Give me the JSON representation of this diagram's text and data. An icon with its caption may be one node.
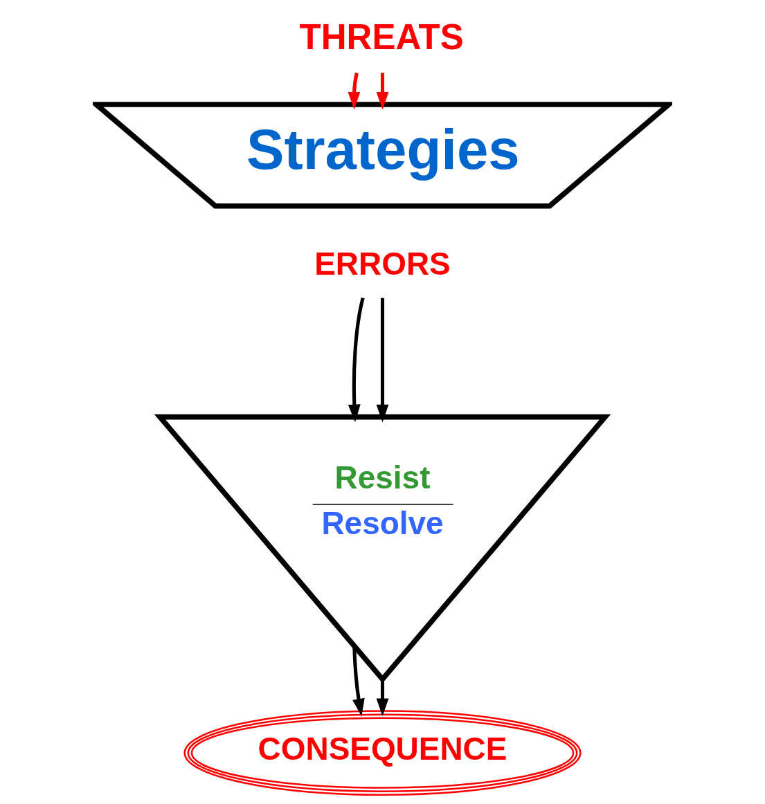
{
  "diagram": {
    "nodes": [
      {
        "text": [
          "THREATS"
        ]
      },
      {
        "text": [
          "Strategies"
        ]
      },
      {
        "text": [
          "ERRORS"
        ]
      },
      {
        "text": [
          "Resist",
          "Resolve"
        ]
      },
      {
        "text": [
          "CONSEQUENCE"
        ]
      }
    ],
    "edges": [
      {
        "from": 0,
        "to": 1,
        "arrow": "to",
        "color": "#ff0000"
      },
      {
        "from": 0,
        "to": 1,
        "arrow": "to",
        "color": "#ff0000"
      },
      {
        "from": 2,
        "to": 3,
        "arrow": "to"
      },
      {
        "from": 2,
        "to": 3,
        "arrow": "to"
      },
      {
        "from": 3,
        "to": 4,
        "arrow": "to"
      },
      {
        "from": 3,
        "to": 4,
        "arrow": "to"
      }
    ]
  }
}
